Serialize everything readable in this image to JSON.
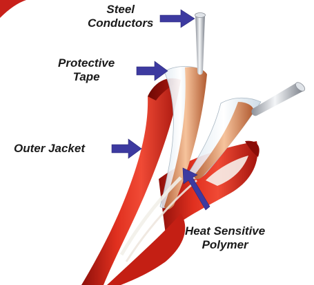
{
  "diagram": {
    "labels": {
      "steel_conductors": [
        "Steel",
        "Conductors"
      ],
      "protective_tape": [
        "Protective",
        "Tape"
      ],
      "outer_jacket": [
        "Outer Jacket"
      ],
      "heat_sensitive_polymer": [
        "Heat Sensitive",
        "Polymer"
      ]
    },
    "colors": {
      "outer_jacket": "#d8261c",
      "conductor_copper": "#e9a070",
      "conductor_steel": "#c8ccd2",
      "arrow": "#3d3aa0",
      "corner_accent": "#c8201a"
    }
  }
}
